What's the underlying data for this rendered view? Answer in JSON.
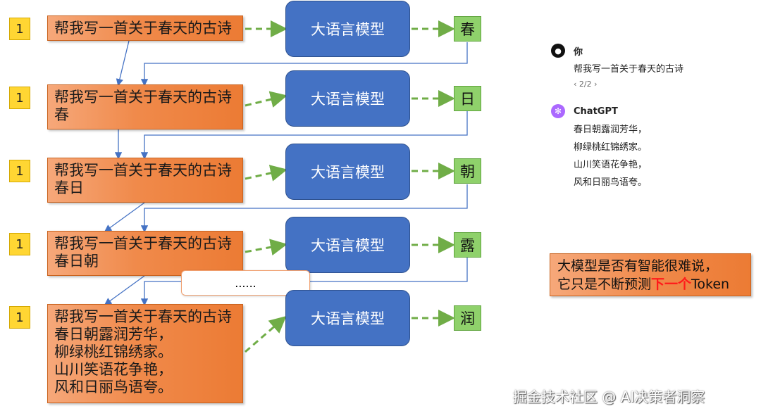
{
  "rows": [
    {
      "num": "1",
      "prompt": "帮我写一首关于春天的古诗",
      "model": "大语言模型",
      "token": "春"
    },
    {
      "num": "1",
      "prompt": "帮我写一首关于春天的古诗\n春",
      "model": "大语言模型",
      "token": "日"
    },
    {
      "num": "1",
      "prompt": "帮我写一首关于春天的古诗\n春日",
      "model": "大语言模型",
      "token": "朝"
    },
    {
      "num": "1",
      "prompt": "帮我写一首关于春天的古诗\n春日朝",
      "model": "大语言模型",
      "token": "露"
    },
    {
      "num": "1",
      "prompt": "帮我写一首关于春天的古诗\n春日朝露润芳华，\n柳绿桃红锦绣家。\n山川笑语花争艳，\n风和日丽鸟语夸。",
      "model": "大语言模型",
      "token": "润"
    }
  ],
  "ellipsis": "......",
  "chat": {
    "user_name": "你",
    "user_message": "帮我写一首关于春天的古诗",
    "pager": "‹ 2/2 ›",
    "bot_name": "ChatGPT",
    "bot_lines": [
      "春日朝露润芳华，",
      "柳绿桃红锦绣家。",
      "山川笑语花争艳，",
      "风和日丽鸟语夸。"
    ]
  },
  "note": {
    "text_line1": "大模型是否有智能很难说，",
    "text_line2_pre": "它只是不断预测",
    "text_line2_highlight": "下一个",
    "text_line2_post": "Token"
  },
  "watermark": "掘金技术社区 @ AI决策者洞察",
  "colors": {
    "prompt": "#ec7b34",
    "model": "#4472c4",
    "token": "#8fd16b",
    "num": "#ffd633",
    "arrow_green": "#70ad47",
    "arrow_blue": "#4472c4",
    "highlight": "#ff1a1a"
  }
}
